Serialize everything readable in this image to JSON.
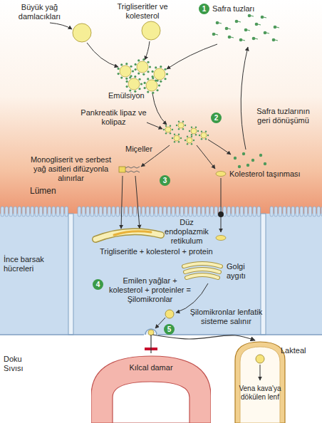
{
  "diagram": {
    "nodes": [
      {
        "text": [
          "Lümen"
        ]
      },
      {
        "text": [
          "İnce barsak hücreleri"
        ]
      },
      {
        "text": [
          "Doku Sıvısı"
        ]
      },
      {
        "text": [
          "Lakteal",
          "Vena kava'ya dökülen lenf"
        ],
        "in": 2
      },
      {
        "text": [
          "Kılcal damar"
        ],
        "in": 2
      }
    ],
    "edges": [
      {
        "from": 1,
        "to": 3,
        "arrow": "to"
      },
      {
        "from": 1,
        "to": 4,
        "arrow": "none"
      }
    ],
    "labels": [
      "Büyük yağ damlacıkları",
      "Trigliseritler ve kolesterol",
      "1",
      "Safra tuzları",
      "Emülsiyon",
      "Pankreatik lipaz ve kolipaz",
      "2",
      "Safra tuzlarının geri dönüşümü",
      "Miçeller",
      "Monogliserit ve serbest yağ asitleri difüzyonla alınırlar",
      "3",
      "Kolesterol taşınması",
      "Düz endoplazmik retikulum",
      "Trigliseritle + kolesterol + protein",
      "Golgi aygıtı",
      "4",
      "Emilen yağlar + kolesterol + proteinler = Şilomikronlar",
      "Şilomikronlar lenfatik sisteme salınır",
      "5"
    ]
  }
}
